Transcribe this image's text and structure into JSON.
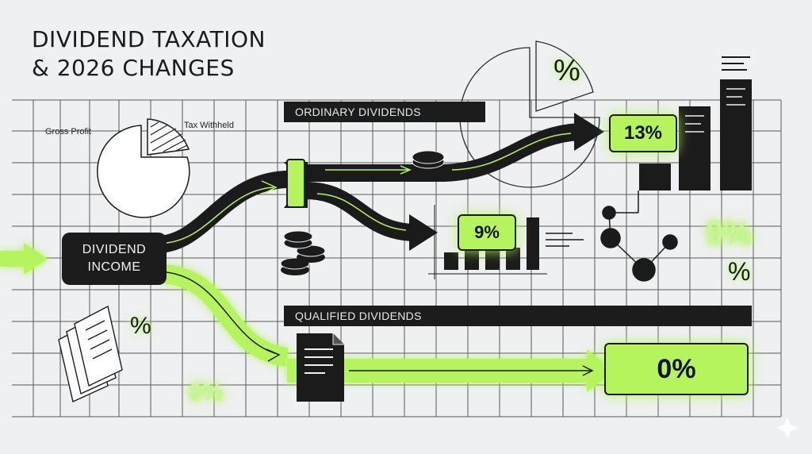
{
  "title": {
    "line1": "DIVIDEND TAXATION",
    "line2": "& 2026 CHANGES"
  },
  "pie": {
    "label_left": "Gross Profit",
    "label_right": "Tax Withheld"
  },
  "income_node": {
    "line1": "DIVIDEND",
    "line2": "INCOME"
  },
  "ordinary": {
    "banner": "ORDINARY DIVIDENDS",
    "rate_high": "13%",
    "rate_low": "9%"
  },
  "qualified": {
    "banner": "QUALIFIED DIVIDENDS",
    "rate": "0%"
  },
  "decorations": {
    "pct_top": "%",
    "pct_left": "%",
    "pct_bottom_left": "0%",
    "pct_right_glow": "9%",
    "pct_right_small": "%"
  },
  "colors": {
    "accent": "#b6f45e",
    "dark": "#1c1c1c",
    "background": "#eef0f1",
    "grid": "#2a2a2a"
  }
}
